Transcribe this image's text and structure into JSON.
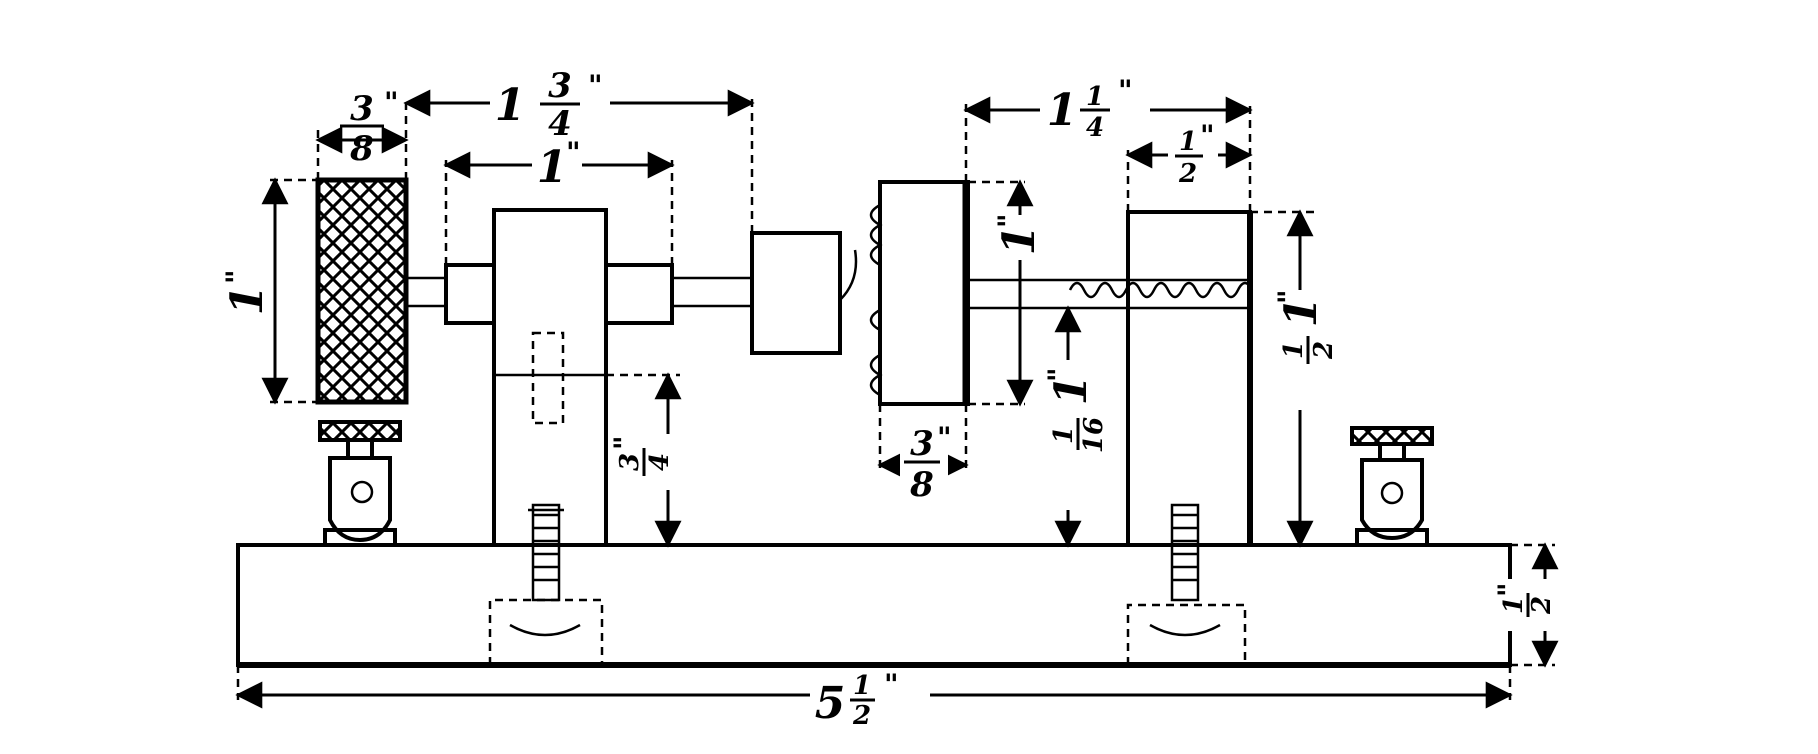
{
  "dimensions": {
    "knob_width": {
      "num": "3",
      "den": "8",
      "unit": "\""
    },
    "knob_height": {
      "whole": "1",
      "unit": "\""
    },
    "shaft_span": {
      "whole": "1",
      "num": "3",
      "den": "4",
      "unit": "\""
    },
    "bearing_span": {
      "whole": "1",
      "unit": "\""
    },
    "right_span": {
      "whole": "1",
      "num": "1",
      "den": "4",
      "unit": "\""
    },
    "right_post_width": {
      "num": "1",
      "den": "2",
      "unit": "\""
    },
    "disc_height": {
      "whole": "1",
      "unit": "\""
    },
    "disc_width": {
      "num": "3",
      "den": "8",
      "unit": "\""
    },
    "shaft_height": {
      "whole": "1",
      "num": "1",
      "den": "16",
      "unit": "\""
    },
    "post_height": {
      "whole": "1",
      "num": "1",
      "den": "2",
      "unit": "\""
    },
    "left_post_split": {
      "num": "3",
      "den": "4",
      "unit": "\""
    },
    "base_thickness": {
      "num": "1",
      "den": "2",
      "unit": "\""
    },
    "base_length": {
      "whole": "5",
      "num": "1",
      "den": "2",
      "unit": "\""
    }
  }
}
